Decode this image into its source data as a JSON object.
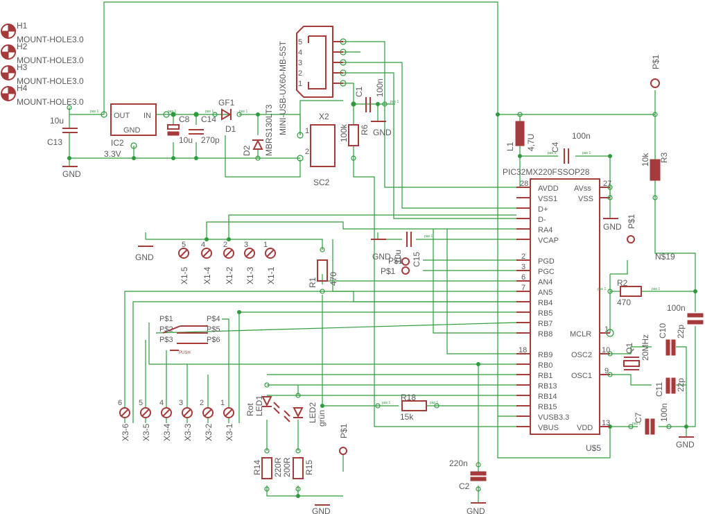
{
  "mounting_holes": [
    {
      "ref": "H1",
      "value": "MOUNT-HOLE3.0"
    },
    {
      "ref": "H2",
      "value": "MOUNT-HOLE3.0"
    },
    {
      "ref": "H3",
      "value": "MOUNT-HOLE3.0"
    },
    {
      "ref": "H4",
      "value": "MOUNT-HOLE3.0"
    }
  ],
  "regulator": {
    "ref": "IC2",
    "value": "3.3V",
    "pin_out": "OUT",
    "pin_in": "IN",
    "pin_gnd": "GND"
  },
  "c13": {
    "ref": "C13",
    "value": "10u"
  },
  "c8": {
    "ref": "C8",
    "value": "10u"
  },
  "c14": {
    "ref": "C14",
    "value": "270p"
  },
  "gf1": {
    "ref": "GF1"
  },
  "d1": {
    "ref": "D1"
  },
  "d2": {
    "ref": "D2",
    "value": "MBRS130LT3"
  },
  "usb": {
    "value": "MINI-USB-UX60-MB-5ST",
    "pins": [
      "5",
      "4",
      "3",
      "2",
      "1"
    ]
  },
  "x2": {
    "ref": "X2",
    "pins": [
      "1",
      "2"
    ]
  },
  "sc2": {
    "ref": "SC2"
  },
  "c1": {
    "ref": "C1",
    "value": "100n"
  },
  "r6": {
    "ref": "R6",
    "value": "100k"
  },
  "l1": {
    "ref": "L1",
    "value": "4,7U"
  },
  "c4": {
    "ref": "C4",
    "value": "100n"
  },
  "r3": {
    "ref": "R3",
    "value": "10k"
  },
  "mcu": {
    "value": "PIC32MX220FSSOP28",
    "ref": "U$5",
    "left_pins": [
      {
        "num": "28",
        "name": "AVDD"
      },
      {
        "num": "",
        "name": "VSS1"
      },
      {
        "num": "",
        "name": "D+"
      },
      {
        "num": "",
        "name": "D-"
      },
      {
        "num": "",
        "name": "RA4"
      },
      {
        "num": "",
        "name": "VCAP"
      },
      {
        "num": "2",
        "name": "PGD"
      },
      {
        "num": "3",
        "name": "PGC"
      },
      {
        "num": "6",
        "name": "AN4"
      },
      {
        "num": "7",
        "name": "AN5"
      },
      {
        "num": "",
        "name": "RB4"
      },
      {
        "num": "",
        "name": "RB5"
      },
      {
        "num": "",
        "name": "RB7"
      },
      {
        "num": "",
        "name": "RB8"
      },
      {
        "num": "18",
        "name": "RB9"
      },
      {
        "num": "",
        "name": "RB0"
      },
      {
        "num": "",
        "name": "RB1"
      },
      {
        "num": "",
        "name": "RB13"
      },
      {
        "num": "",
        "name": "RB14"
      },
      {
        "num": "",
        "name": "RB15"
      },
      {
        "num": "",
        "name": "VUSB3.3"
      },
      {
        "num": "",
        "name": "VBUS"
      }
    ],
    "right_pins": [
      {
        "num": "27",
        "name": "AVss"
      },
      {
        "num": "",
        "name": "VSS"
      },
      {
        "num": "1",
        "name": "MCLR"
      },
      {
        "num": "10",
        "name": "OSC2"
      },
      {
        "num": "9",
        "name": "OSC1"
      },
      {
        "num": "13",
        "name": "VDD"
      }
    ]
  },
  "r2": {
    "ref": "R2",
    "value": "470"
  },
  "n19": "N$19",
  "c_mclr": {
    "value": "100n"
  },
  "crystal": {
    "ref": "Q1",
    "value": "20MHz"
  },
  "c10": {
    "ref": "C10",
    "value": "22p"
  },
  "c11": {
    "ref": "C11",
    "value": "22p"
  },
  "c7": {
    "ref": "C7",
    "value": "100n"
  },
  "c15": {
    "ref": "C15",
    "value": "10u"
  },
  "x1_pins": [
    {
      "num": "5",
      "label": "X1-5"
    },
    {
      "num": "4",
      "label": "X1-4"
    },
    {
      "num": "2",
      "label": "X1-2"
    },
    {
      "num": "3",
      "label": "X1-3"
    },
    {
      "num": "1",
      "label": "X1-1"
    }
  ],
  "x3_pins": [
    {
      "num": "6",
      "label": "X3-6"
    },
    {
      "num": "5",
      "label": "X3-5"
    },
    {
      "num": "4",
      "label": "X3-4"
    },
    {
      "num": "3",
      "label": "X3-3"
    },
    {
      "num": "2",
      "label": "X3-2"
    },
    {
      "num": "1",
      "label": "X3-1"
    }
  ],
  "r1": {
    "ref": "R1",
    "value": "470"
  },
  "push": {
    "label": "PUSH",
    "pads": [
      "P$1",
      "P$2",
      "P$3",
      "P$4",
      "P$5",
      "P$6"
    ]
  },
  "led1": {
    "ref": "LED1",
    "color": "Rot"
  },
  "led2": {
    "ref": "LED2",
    "color": "grün"
  },
  "r14": {
    "ref": "R14",
    "value": "220R"
  },
  "r15": {
    "ref": "R15",
    "value": "200R"
  },
  "r18": {
    "ref": "R18",
    "value": "15k"
  },
  "c2": {
    "ref": "C2",
    "value": "220n"
  },
  "gnd": "GND",
  "ps1": "P$1",
  "pads": "pas 1"
}
